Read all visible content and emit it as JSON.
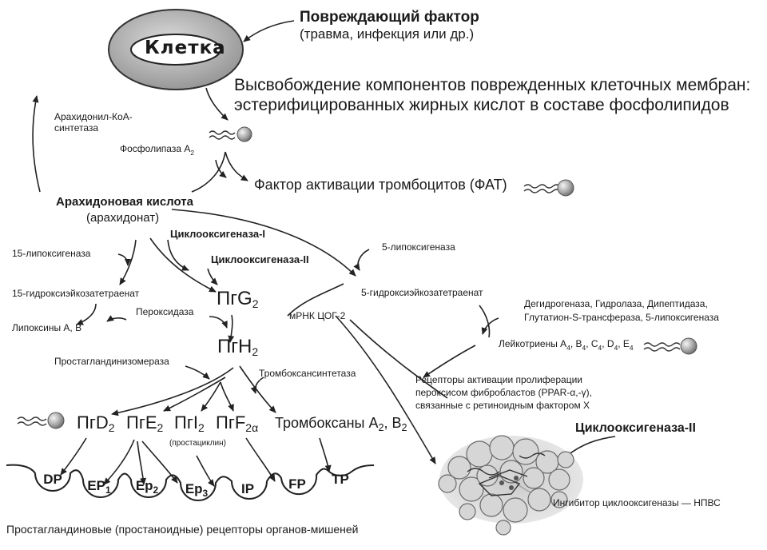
{
  "cell": {
    "label": "Клетка"
  },
  "damage": {
    "title": "Повреждающий фактор",
    "subtitle": "(травма, инфекция или др.)"
  },
  "release": {
    "line1": "Высвобождение компонентов поврежденных клеточных мембран:",
    "line2": "эстерифицированных жирных кислот в составе фосфолипидов"
  },
  "enzymes": {
    "acyl_synthetase_1": "Арахидонил-КоА-",
    "acyl_synthetase_2": "синтетаза",
    "phospholipase": "Фосфолипаза A",
    "phospholipase_sub": "2",
    "lipox15": "15-липоксигеназа",
    "cox1": "Циклооксигеназа-I",
    "cox2": "Циклооксигеназа-II",
    "lipox5": "5-липоксигеназа",
    "peroxidase": "Пероксидаза",
    "pg_isomerase": "Простагландинизомераза",
    "tx_synthetase": "Тромбоксансинтетаза",
    "lt_enzymes_1": "Дегидрогеназа, Гидролаза, Дипептидаза,",
    "lt_enzymes_2": "Глутатион-S-трансфераза, 5-липоксигеназа"
  },
  "paf": {
    "label": "Фактор активации тромбоцитов (ФАТ)"
  },
  "arachidonic": {
    "title": "Арахидоновая кислота",
    "subtitle": "(арахидонат)"
  },
  "hete15": "15-гидроксиэйкозатетраенат",
  "hete5": "5-гидроксиэйкозатетраенат",
  "lipoxins": "Липоксины А, В",
  "mrna": "мРНК ЦОГ-2",
  "leukotrienes": {
    "prefix": "Лейкотриены A",
    "s1": "4",
    "b": ", B",
    "s2": "4",
    "c": ", C",
    "s3": "4",
    "d": ", D",
    "s4": "4",
    "e": ", E",
    "s5": "4"
  },
  "ppar": {
    "line1": "Рецепторы активации пролиферации",
    "line2": "пероксисом фибробластов (PPAR-α,-γ),",
    "line3": "связанные с ретиноидным фактором X"
  },
  "products": {
    "pg_prefix": "Пг",
    "g": "G",
    "g_sub": "2",
    "h": "H",
    "h_sub": "2",
    "d": "D",
    "d_sub": "2",
    "e": "E",
    "e_sub": "2",
    "i": "I",
    "i_sub": "2",
    "f": "F",
    "f_sub": "2α",
    "prostacyclin": "(простациклин)",
    "thromboxanes": "Тромбоксаны A",
    "tx_sub1": "2",
    "tx_mid": ", B",
    "tx_sub2": "2"
  },
  "receptors": {
    "dp": "DP",
    "ep1": "EP",
    "ep1_sub": "1",
    "ep2": "Ep",
    "ep2_sub": "2",
    "ep3": "Ep",
    "ep3_sub": "3",
    "ip": "IP",
    "fp": "FP",
    "tp": "TP",
    "caption": "Простагландиновые (простаноидные) рецепторы органов-мишеней"
  },
  "cox2_protein": {
    "title": "Циклооксигеназа-II",
    "inhibitor": "Ингибитор циклооксигеназы — НПВС"
  }
}
